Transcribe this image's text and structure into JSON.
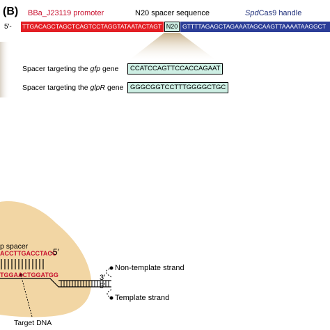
{
  "panel_b": {
    "label": "(B)",
    "header_promoter": "BBa_J23119 promoter",
    "header_n20": "N20 spacer sequence",
    "header_handle_italic": "Spd",
    "header_handle_rest": "Cas9 handle",
    "five_prime": "5′-",
    "seq_promoter": "TTGACAGCTAGCTCAGTCCTAGGTATAATACTAGT",
    "seq_n20": "N20",
    "seq_handle": "GTTTTAGAGCTAGAAATAGCAAGTTAAAATAAGGCT",
    "spacer_gfp_prefix": "Spacer targeting the ",
    "spacer_gfp_gene": "gfp",
    "spacer_gfp_suffix": " gene",
    "spacer_gfp_seq": "CCATCCAGTTCCACCAGAAT",
    "spacer_glpr_prefix": "Spacer targeting the ",
    "spacer_glpr_gene": "glpR",
    "spacer_glpr_suffix": " gene",
    "spacer_glpr_seq": "GGGCGGTCCTTTGGGGCTGC"
  },
  "panel_c": {
    "spacer_label": "p spacer",
    "rna_seq": "ACCTTGACCTACC",
    "rna_end": "-5′",
    "dna_seq": "TGGAACTGGATGG",
    "three_prime": "3′",
    "five_prime": "5′",
    "non_template": "Non-template strand",
    "template": "Template strand",
    "target_dna": "Target DNA"
  },
  "colors": {
    "promoter_red": "#e31e24",
    "handle_blue": "#2c3e98",
    "n20_mint": "#cdeee3",
    "protein_tan": "#f2d6a4",
    "callout_tan": "#d8c4a0"
  }
}
